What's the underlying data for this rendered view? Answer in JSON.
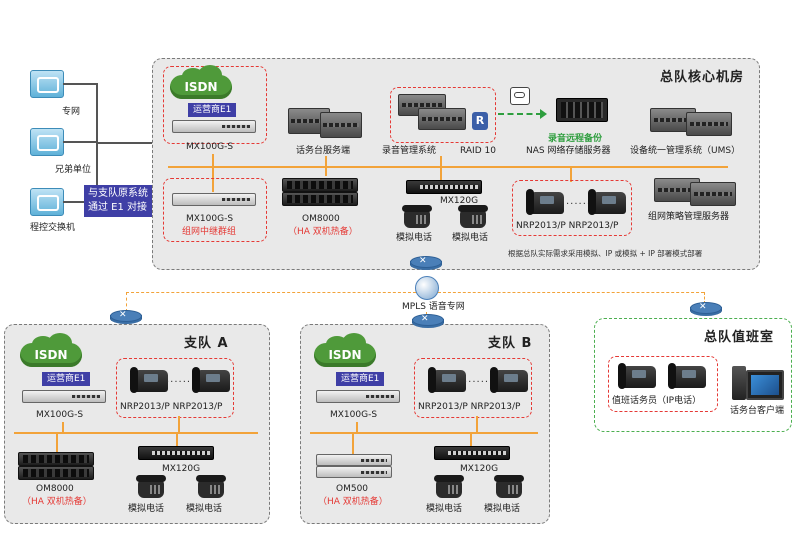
{
  "left": {
    "items": [
      {
        "label": "专网"
      },
      {
        "label": "兄弟单位"
      },
      {
        "label": "程控交换机"
      }
    ],
    "callout": [
      "与支队原系统",
      "通过 E1 对接"
    ]
  },
  "hq": {
    "title": "总队核心机房",
    "isdn": "ISDN",
    "carrier": "运营商E1",
    "mx1": "MX100G-S",
    "mx2": "MX100G-S",
    "relay": "组网中继群组",
    "console_server": "话务台服务端",
    "om": "OM8000",
    "om_note": "（HA 双机热备）",
    "recording": "录音管理系统",
    "raid": "RAID 10",
    "backup": "录音远程备份",
    "nas": "NAS 网络存储服务器",
    "ums": "设备统一管理系统（UMS）",
    "gw": "MX120G",
    "analog1": "模拟电话",
    "analog2": "模拟电话",
    "ipphones": "NRP2013/P NRP2013/P",
    "dots": "......",
    "policy": "组网策略管理服务器",
    "footnote": "根据总队实际需求采用模拟、IP 或模拟 + IP 部署模式部署"
  },
  "mpls": "MPLS 语音专网",
  "branch_a": {
    "title": "支队 A",
    "isdn": "ISDN",
    "carrier": "运营商E1",
    "mx": "MX100G-S",
    "ipphones": "NRP2013/P NRP2013/P",
    "dots": "......",
    "om": "OM8000",
    "om_note": "（HA 双机热备）",
    "gw": "MX120G",
    "analog1": "模拟电话",
    "analog2": "模拟电话"
  },
  "branch_b": {
    "title": "支队 B",
    "isdn": "ISDN",
    "carrier": "运营商E1",
    "mx": "MX100G-S",
    "ipphones": "NRP2013/P NRP2013/P",
    "dots": "......",
    "om": "OM500",
    "om_note": "（HA 双机热备）",
    "gw": "MX120G",
    "analog1": "模拟电话",
    "analog2": "模拟电话"
  },
  "duty": {
    "title": "总队值班室",
    "operator": "值班话务员（IP电话）",
    "client": "话务台客户端"
  },
  "colors": {
    "trunk": "#f2a33a",
    "red_group": "#e53935",
    "isdn_green": "#4f9a3a",
    "carrier_tag": "#3f3fa6",
    "duty_border": "#4caf50"
  }
}
